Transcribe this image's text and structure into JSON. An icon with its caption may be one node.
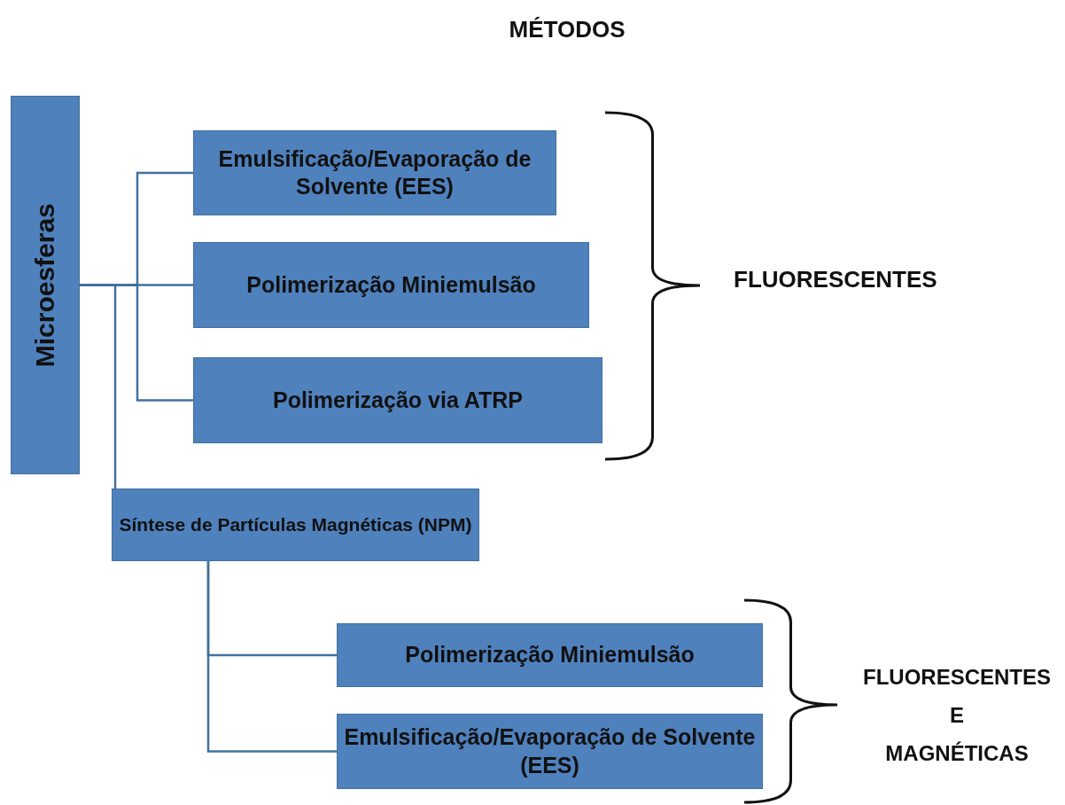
{
  "diagram": {
    "title": "MÉTODOS",
    "nodes": [
      {
        "text": [
          "Microesferas"
        ]
      },
      {
        "text": [
          "Emulsificação/Evaporação de Solvente (EES)"
        ]
      },
      {
        "text": [
          "Polimerização Miniemulsão"
        ]
      },
      {
        "text": [
          "Polimerização via ATRP"
        ]
      },
      {
        "text": [
          "Síntese de Partículas Magnéticas (NPM)"
        ]
      },
      {
        "text": [
          "Polimerização Miniemulsão"
        ]
      },
      {
        "text": [
          "Emulsificação/Evaporação de Solvente (EES)"
        ]
      }
    ],
    "edges": [
      {
        "from": 0,
        "to": 1,
        "arrow": "none"
      },
      {
        "from": 0,
        "to": 2,
        "arrow": "none"
      },
      {
        "from": 0,
        "to": 3,
        "arrow": "none"
      },
      {
        "from": 0,
        "to": 4,
        "arrow": "none"
      },
      {
        "from": 4,
        "to": 5,
        "arrow": "none"
      },
      {
        "from": 4,
        "to": 6,
        "arrow": "none"
      }
    ],
    "labels": [
      "FLUORESCENTES",
      "FLUORESCENTES E MAGNÉTICAS"
    ]
  }
}
